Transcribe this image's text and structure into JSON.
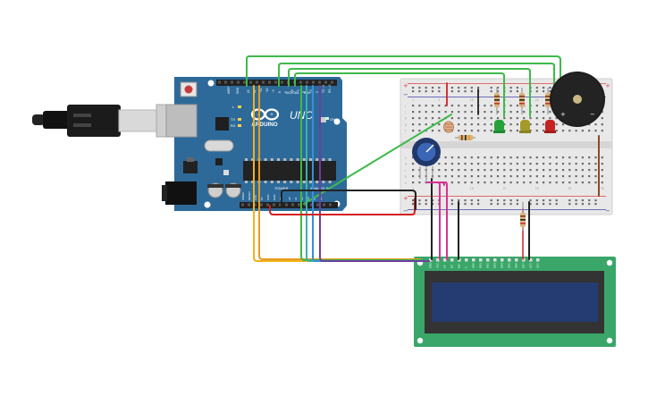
{
  "arduino": {
    "brand": "ARDUINO",
    "model": "UNO",
    "digital_label": "DIGITAL (PWM~)",
    "power_label": "POWER",
    "analog_label": "ANALOG IN",
    "on_label": "ON",
    "tx_label": "TX",
    "rx_label": "RX",
    "l_label": "L",
    "aref_label": "AREF",
    "gnd_label": "GND",
    "digital_pins": [
      "13",
      "12",
      "~11",
      "~10",
      "~9",
      "8",
      "7",
      "~6",
      "~5",
      "4",
      "~3",
      "2",
      "TX→1",
      "RX←0"
    ],
    "power_pins": [
      "IOREF",
      "RESET",
      "3.3V",
      "5V",
      "GND",
      "GND",
      "Vin"
    ],
    "analog_pins": [
      "A0",
      "A1",
      "A2",
      "A3",
      "A4",
      "A5"
    ]
  },
  "breadboard": {
    "plus_sign": "+",
    "minus_sign": "−",
    "row_letters_top": [
      "j",
      "i",
      "h",
      "g",
      "f"
    ],
    "row_letters_bottom": [
      "e",
      "d",
      "c",
      "b",
      "a"
    ],
    "column_numbers": [
      "1",
      "5",
      "10",
      "15",
      "20",
      "25",
      "30"
    ]
  },
  "buzzer": {
    "plus_sign": "+",
    "minus_sign": "−"
  },
  "lcd": {
    "pin_labels": [
      "GND",
      "VCC",
      "V0",
      "RS",
      "RW",
      "E",
      "DB0",
      "DB1",
      "DB2",
      "DB3",
      "DB4",
      "DB5",
      "DB6",
      "DB7",
      "LED",
      "LED"
    ]
  },
  "colors": {
    "arduino_board": "#2d6a99",
    "lcd_board": "#3aa66a",
    "lcd_screen": "#253c72",
    "wire_green": "#3fb94a",
    "wire_yellow": "#f2b21b",
    "wire_orange": "#e99a21",
    "wire_teal": "#3bb3a7",
    "wire_blue": "#3a8fd6",
    "wire_purple": "#6b3fa0",
    "wire_red": "#d42020",
    "wire_black": "#222222",
    "wire_pink": "#d6338f",
    "wire_brown": "#8a4b2a",
    "led_green": "#27a23a",
    "led_yellow": "#a49a28",
    "led_red": "#c62222"
  }
}
